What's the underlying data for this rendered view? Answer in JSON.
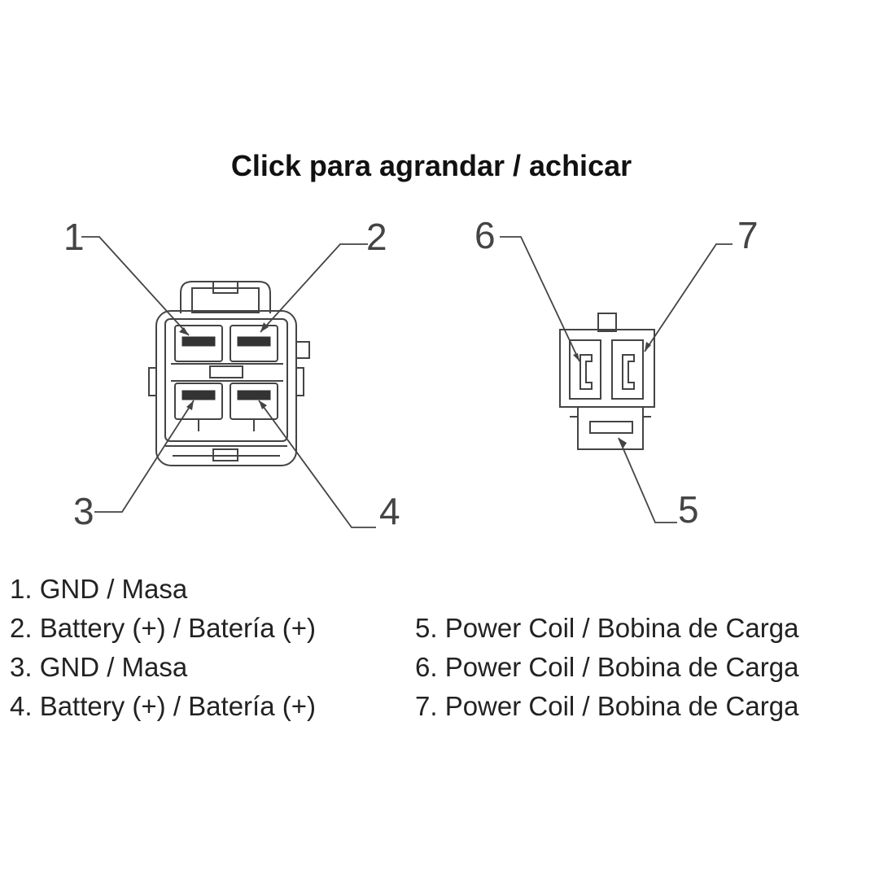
{
  "title": "Click para agrandar / achicar",
  "pin_labels": [
    "1",
    "2",
    "3",
    "4",
    "5",
    "6",
    "7"
  ],
  "legend_left": [
    "1. GND / Masa",
    "2. Battery (+) / Batería (+)",
    "3. GND / Masa",
    "4. Battery (+) / Batería (+)"
  ],
  "legend_right": [
    "5. Power Coil / Bobina de Carga",
    "6. Power Coil / Bobina de Carga",
    "7. Power Coil / Bobina de Carga"
  ],
  "colors": {
    "line": "#444444",
    "text": "#222222",
    "terminal": "#333333"
  }
}
